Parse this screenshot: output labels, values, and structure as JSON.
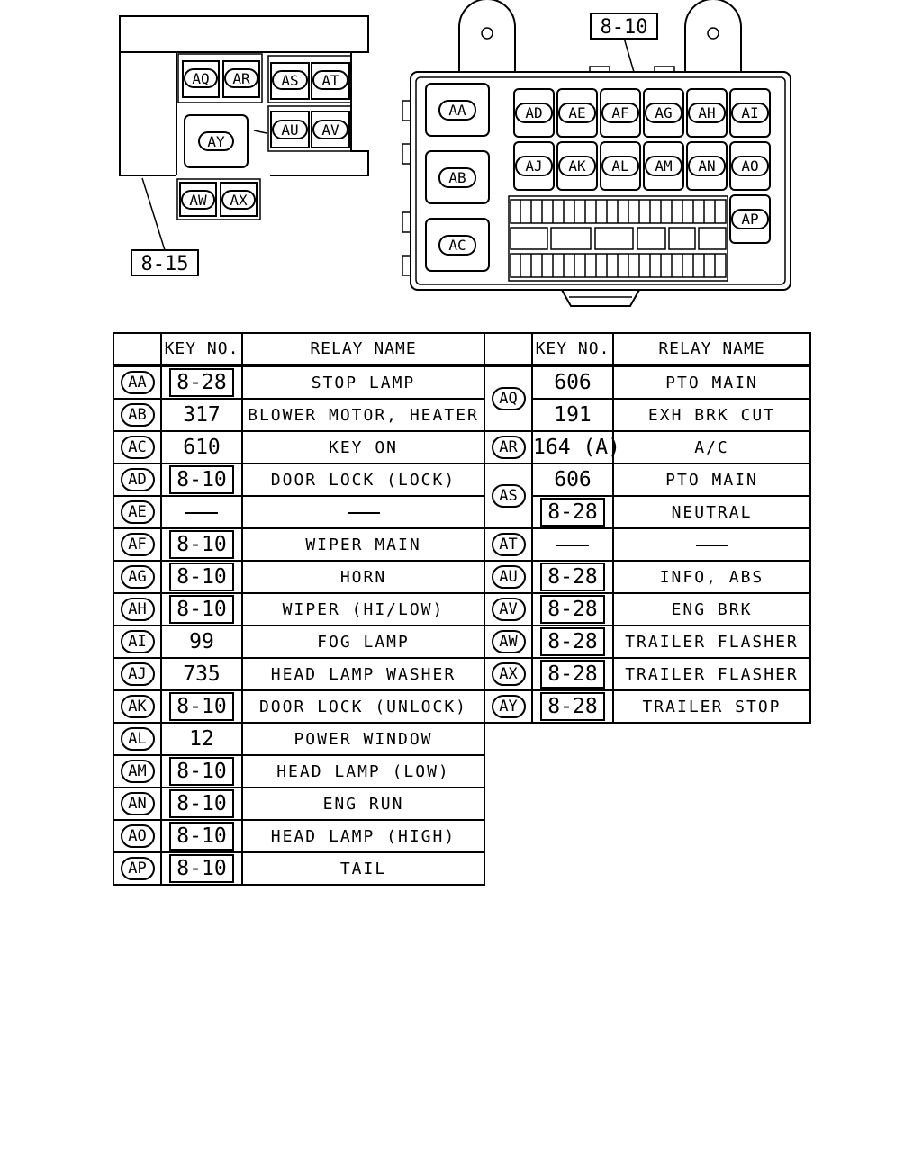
{
  "left_box": {
    "callout": "8-15",
    "relays": [
      "AQ",
      "AR",
      "AS",
      "AT",
      "AY",
      "AU",
      "AV",
      "AW",
      "AX"
    ]
  },
  "right_box": {
    "callout": "8-10",
    "big_relays": [
      "AA",
      "AB",
      "AC"
    ],
    "row1": [
      "AD",
      "AE",
      "AF",
      "AG",
      "AH",
      "AI"
    ],
    "row2": [
      "AJ",
      "AK",
      "AL",
      "AM",
      "AN",
      "AO"
    ],
    "extra": "AP"
  },
  "table": {
    "headers": {
      "key_left": "KEY NO.",
      "name_left": "RELAY NAME",
      "key_right": "KEY NO.",
      "name_right": "RELAY NAME"
    },
    "left_rows": [
      {
        "code": "AA",
        "key": "8-28",
        "boxed": true,
        "name": "STOP LAMP"
      },
      {
        "code": "AB",
        "key": "317",
        "boxed": false,
        "name": "BLOWER MOTOR, HEATER"
      },
      {
        "code": "AC",
        "key": "610",
        "boxed": false,
        "name": "KEY ON"
      },
      {
        "code": "AD",
        "key": "8-10",
        "boxed": true,
        "name": "DOOR LOCK (LOCK)"
      },
      {
        "code": "AE",
        "key": "",
        "boxed": false,
        "name": ""
      },
      {
        "code": "AF",
        "key": "8-10",
        "boxed": true,
        "name": "WIPER MAIN"
      },
      {
        "code": "AG",
        "key": "8-10",
        "boxed": true,
        "name": "HORN"
      },
      {
        "code": "AH",
        "key": "8-10",
        "boxed": true,
        "name": "WIPER (HI/LOW)"
      },
      {
        "code": "AI",
        "key": "99",
        "boxed": false,
        "name": "FOG LAMP"
      },
      {
        "code": "AJ",
        "key": "735",
        "boxed": false,
        "name": "HEAD LAMP WASHER"
      },
      {
        "code": "AK",
        "key": "8-10",
        "boxed": true,
        "name": "DOOR LOCK (UNLOCK)"
      },
      {
        "code": "AL",
        "key": "12",
        "boxed": false,
        "name": "POWER WINDOW"
      },
      {
        "code": "AM",
        "key": "8-10",
        "boxed": true,
        "name": "HEAD LAMP (LOW)"
      },
      {
        "code": "AN",
        "key": "8-10",
        "boxed": true,
        "name": "ENG RUN"
      },
      {
        "code": "AO",
        "key": "8-10",
        "boxed": true,
        "name": "HEAD LAMP (HIGH)"
      },
      {
        "code": "AP",
        "key": "8-10",
        "boxed": true,
        "name": "TAIL"
      }
    ],
    "right_rows": [
      {
        "code": "AQ",
        "span": 2,
        "key": "606",
        "boxed": false,
        "name": "PTO MAIN"
      },
      {
        "code": "",
        "span": 0,
        "key": "191",
        "boxed": false,
        "name": "EXH BRK CUT"
      },
      {
        "code": "AR",
        "span": 1,
        "key": "164 (A)",
        "boxed": false,
        "name": "A/C"
      },
      {
        "code": "AS",
        "span": 2,
        "key": "606",
        "boxed": false,
        "name": "PTO MAIN"
      },
      {
        "code": "",
        "span": 0,
        "key": "8-28",
        "boxed": true,
        "name": "NEUTRAL"
      },
      {
        "code": "AT",
        "span": 1,
        "key": "",
        "boxed": false,
        "name": ""
      },
      {
        "code": "AU",
        "span": 1,
        "key": "8-28",
        "boxed": true,
        "name": "INFO, ABS"
      },
      {
        "code": "AV",
        "span": 1,
        "key": "8-28",
        "boxed": true,
        "name": "ENG BRK"
      },
      {
        "code": "AW",
        "span": 1,
        "key": "8-28",
        "boxed": true,
        "name": "TRAILER FLASHER"
      },
      {
        "code": "AX",
        "span": 1,
        "key": "8-28",
        "boxed": true,
        "name": "TRAILER FLASHER"
      },
      {
        "code": "AY",
        "span": 1,
        "key": "8-28",
        "boxed": true,
        "name": "TRAILER STOP"
      }
    ]
  }
}
